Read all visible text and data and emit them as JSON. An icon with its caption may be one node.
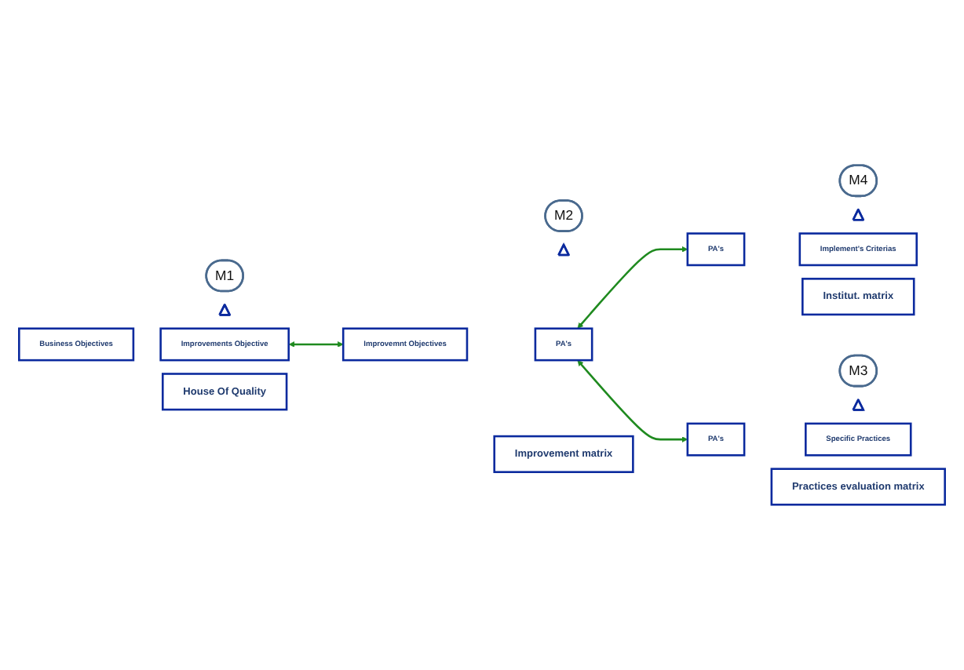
{
  "diagram": {
    "nodes": [
      {
        "text": [
          "M1"
        ]
      },
      {
        "text": [],
        "shape": "triangle"
      },
      {
        "text": [
          "Improvements Objective"
        ]
      },
      {
        "text": [
          "Business Objectives"
        ]
      },
      {
        "text": [
          "House Of Quality"
        ]
      },
      {
        "text": [
          "M2"
        ]
      },
      {
        "text": [],
        "shape": "triangle"
      },
      {
        "text": [
          "PA's"
        ]
      },
      {
        "text": [
          "Improvemnt Objectives"
        ]
      },
      {
        "text": [
          "Improvement matrix"
        ]
      },
      {
        "text": [
          "M3"
        ]
      },
      {
        "text": [],
        "shape": "triangle"
      },
      {
        "text": [
          "Specific Practices"
        ]
      },
      {
        "text": [
          "PA's"
        ]
      },
      {
        "text": [
          "Practices evaluation matrix"
        ]
      },
      {
        "text": [
          "M4"
        ]
      },
      {
        "text": [],
        "shape": "triangle"
      },
      {
        "text": [
          "Implement's Criterias"
        ]
      },
      {
        "text": [
          "PA's"
        ]
      },
      {
        "text": [
          "Institut. matrix"
        ]
      }
    ],
    "edges": [
      {
        "from": 2,
        "to": 8,
        "arrow": "both"
      },
      {
        "from": 7,
        "to": 13,
        "arrow": "both"
      },
      {
        "from": 7,
        "to": 18,
        "arrow": "both"
      }
    ]
  }
}
